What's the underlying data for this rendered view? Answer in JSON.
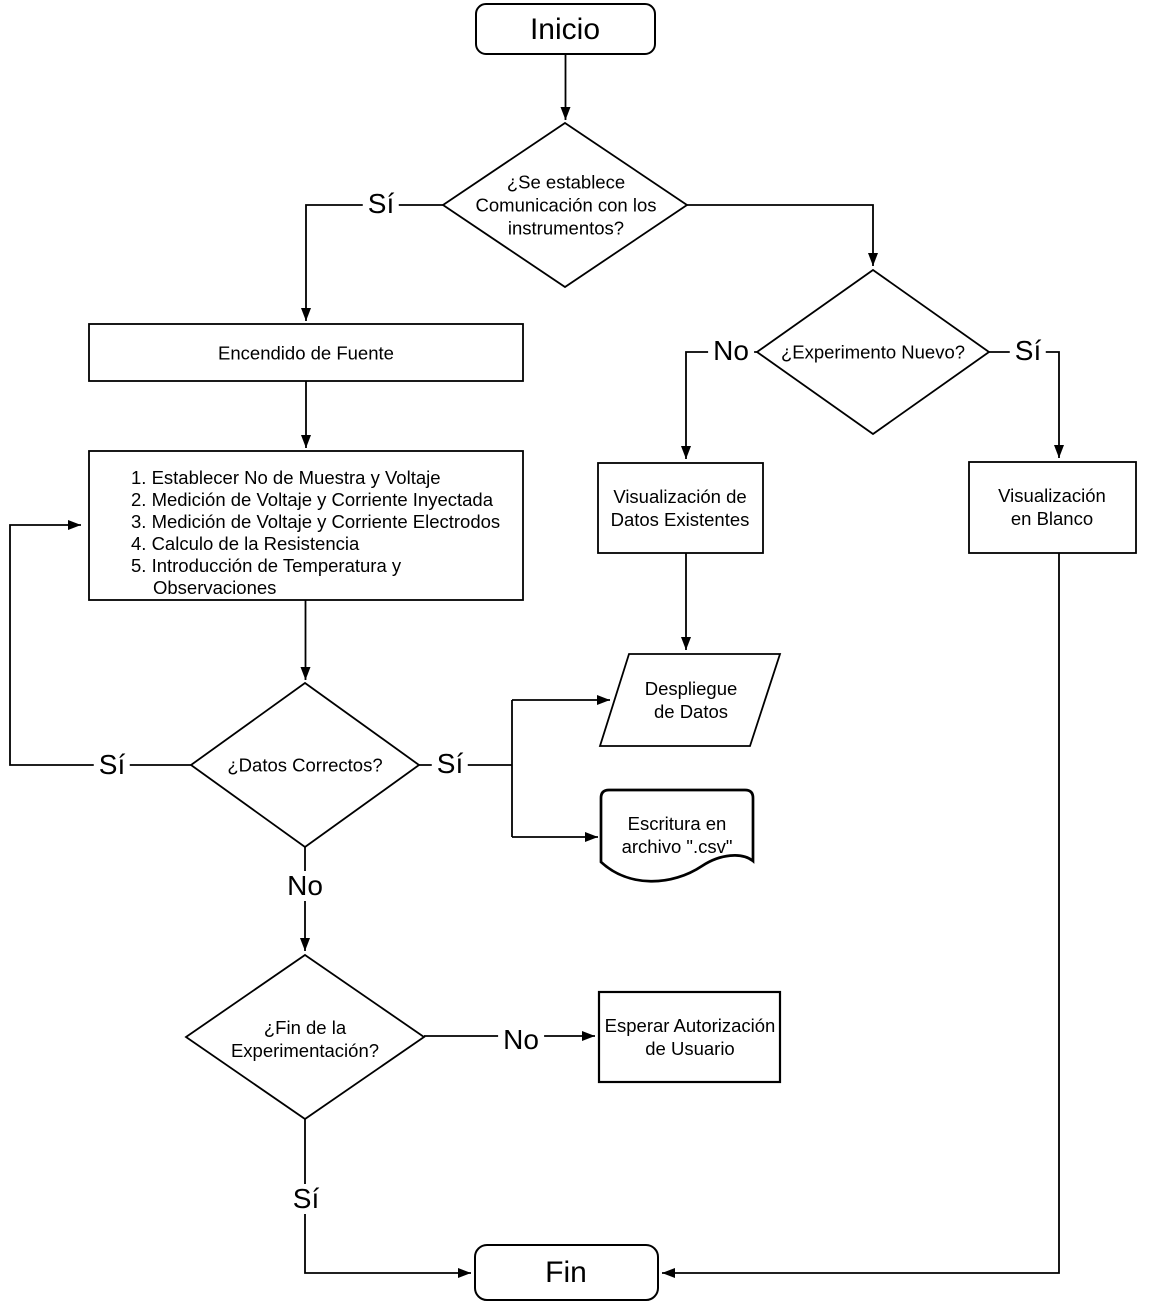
{
  "colors": {
    "stroke": "#000000",
    "shape_fill": "#ffffff",
    "background": "#ffffff"
  },
  "nodes": {
    "inicio": {
      "label": "Inicio"
    },
    "decision_comunicacion": {
      "line1": "¿Se establece",
      "line2": "Comunicación con los",
      "line3": "instrumentos?"
    },
    "encendido_fuente": {
      "label": "Encendido de Fuente"
    },
    "proceso_medicion": {
      "steps": [
        "1. Establecer No de Muestra y Voltaje",
        "2. Medición de Voltaje y Corriente Inyectada",
        "3. Medición de Voltaje y Corriente Electrodos",
        "4. Calculo de la Resistencia",
        "5. Introducción de Temperatura y Observaciones"
      ]
    },
    "decision_datos_correctos": {
      "label": "¿Datos Correctos?"
    },
    "decision_experimento_nuevo": {
      "label": "¿Experimento Nuevo?"
    },
    "visualizacion_datos_existentes": {
      "line1": "Visualización de",
      "line2": "Datos Existentes"
    },
    "visualizacion_en_blanco": {
      "line1": "Visualización",
      "line2": "en Blanco"
    },
    "despliegue_datos": {
      "line1": "Despliegue",
      "line2": "de Datos"
    },
    "escritura_csv": {
      "line1": "Escritura en",
      "line2": "archivo \".csv\""
    },
    "decision_fin_experimentacion": {
      "line1": "¿Fin de la",
      "line2": "Experimentación?"
    },
    "esperar_autorizacion": {
      "line1": "Esperar Autorización",
      "line2": "de Usuario"
    },
    "fin": {
      "label": "Fin"
    }
  },
  "edge_labels": {
    "comunicacion_si": "Sí",
    "experimento_no": "No",
    "experimento_si": "Sí",
    "datos_si_loop": "Sí",
    "datos_si_salida": "Sí",
    "datos_no": "No",
    "fin_exp_no": "No",
    "fin_exp_si": "Sí"
  }
}
